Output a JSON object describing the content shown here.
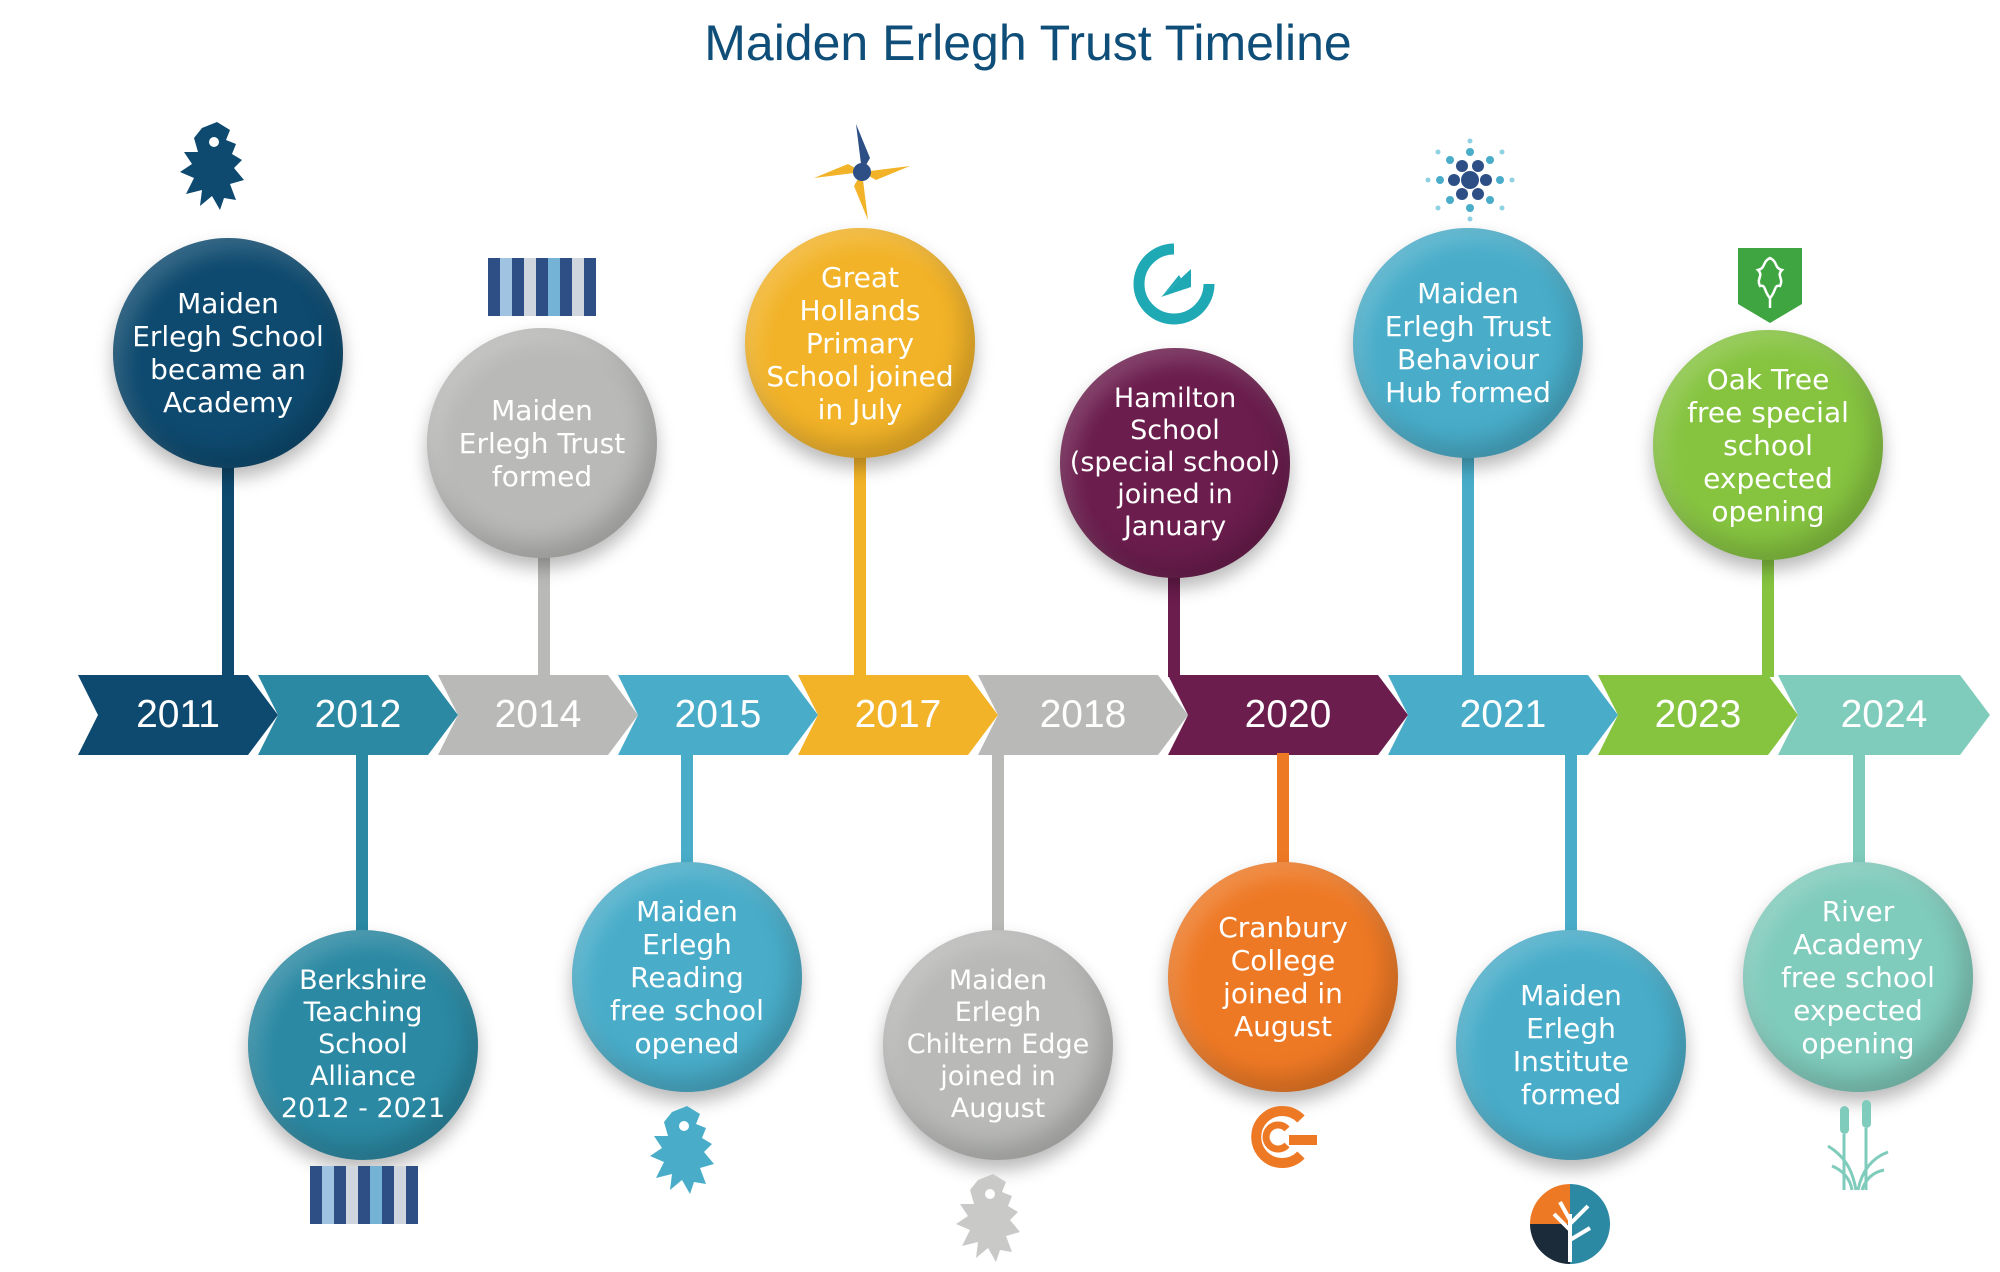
{
  "title": "Maiden Erlegh Trust Timeline",
  "colors": {
    "navy": "#0e4a6f",
    "teal": "#2b89a3",
    "grey": "#b9bab8",
    "lightblue": "#49adc9",
    "gold": "#f2b328",
    "plum": "#6b1d4d",
    "orange": "#ee7925",
    "green": "#86c440",
    "mint": "#7fcbbc",
    "title": "#0f4e78"
  },
  "years": [
    "2011",
    "2012",
    "2014",
    "2015",
    "2017",
    "2018",
    "2020",
    "2021",
    "2023",
    "2024"
  ],
  "events_top": [
    {
      "year": "2011",
      "text": "Maiden\nErlegh School\nbecame an\nAcademy",
      "icon": "lion-crest-icon"
    },
    {
      "year": "2014",
      "text": "Maiden\nErlegh Trust\nformed",
      "icon": "striped-bars-icon"
    },
    {
      "year": "2017",
      "text": "Great\nHollands\nPrimary\nSchool joined\nin July",
      "icon": "pinwheel-icon"
    },
    {
      "year": "2020",
      "text": "Hamilton\nSchool\n(special school)\njoined in\nJanuary",
      "icon": "circular-arrow-icon"
    },
    {
      "year": "2021",
      "text": "Maiden\nErlegh Trust\nBehaviour\nHub formed",
      "icon": "dot-burst-icon"
    },
    {
      "year": "2023",
      "text": "Oak Tree\nfree special\nschool\nexpected\nopening",
      "icon": "oak-leaf-shield-icon"
    }
  ],
  "events_bottom": [
    {
      "year": "2012",
      "text": "Berkshire\nTeaching\nSchool\nAlliance\n2012 - 2021",
      "icon": "striped-bars-icon"
    },
    {
      "year": "2015",
      "text": "Maiden\nErlegh\nReading\nfree school\nopened",
      "icon": "lion-crest-icon"
    },
    {
      "year": "2018",
      "text": "Maiden\nErlegh\nChiltern Edge\njoined in\nAugust",
      "icon": "lion-crest-icon"
    },
    {
      "year": "2020",
      "text": "Cranbury\nCollege\njoined in\nAugust",
      "icon": "c-letter-logo-icon"
    },
    {
      "year": "2021",
      "text": "Maiden\nErlegh\nInstitute\nformed",
      "icon": "tree-circle-icon"
    },
    {
      "year": "2024",
      "text": "River\nAcademy\nfree school\nexpected\nopening",
      "icon": "bulrush-reeds-icon"
    }
  ]
}
